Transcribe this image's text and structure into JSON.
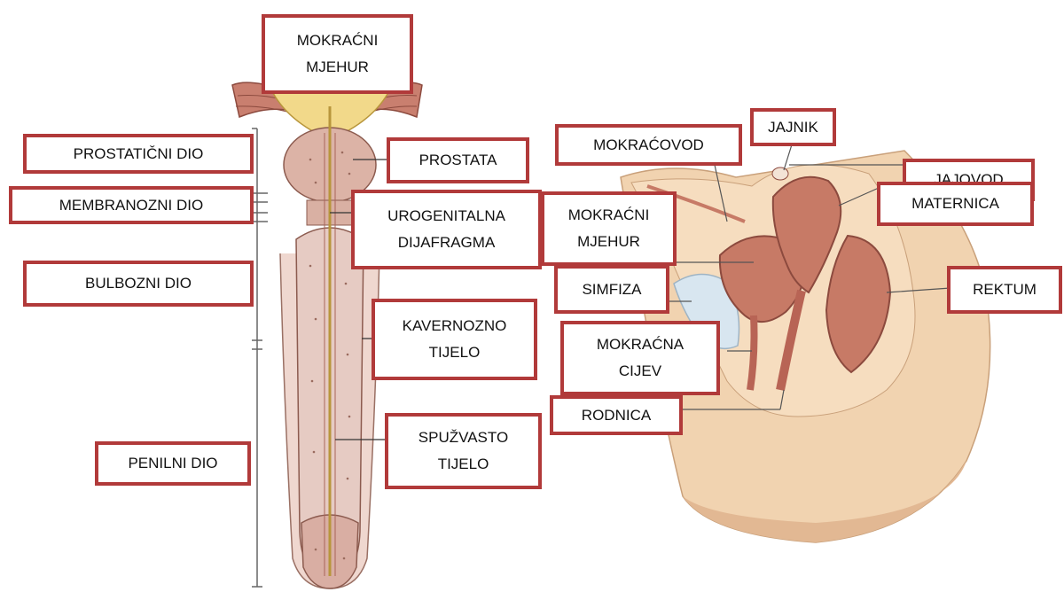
{
  "colors": {
    "box_border": "#b13a3a",
    "tissue_pink": "#e9cfc8",
    "tissue_dark": "#c98b7e",
    "urine": "#f2d98a",
    "skin": "#f3d6b3",
    "muscle": "#b86455"
  },
  "male": {
    "labels": {
      "bladder": "MOKRAĆNI\nMJEHUR",
      "prostatic": "PROSTATIČNI DIO",
      "membranous": "MEMBRANOZNI DIO",
      "bulbous": "BULBOZNI DIO",
      "penile": "PENILNI DIO",
      "prostate": "PROSTATA",
      "urogenital": "UROGENITALNA\nDIJAFRAGMA",
      "cavernous": "KAVERNOZNO\nTIJELO",
      "spongy": "SPUŽVASTO\nTIJELO"
    }
  },
  "female": {
    "labels": {
      "ureter": "MOKRAĆOVOD",
      "ovary": "JAJNIK",
      "tube": "JAJOVOD",
      "uterus": "MATERNICA",
      "bladder": "MOKRAĆNI\nMJEHUR",
      "symphysis": "SIMFIZA",
      "rectum": "REKTUM",
      "urethra": "MOKRAĆNA\nCIJEV",
      "vagina": "RODNICA"
    }
  }
}
